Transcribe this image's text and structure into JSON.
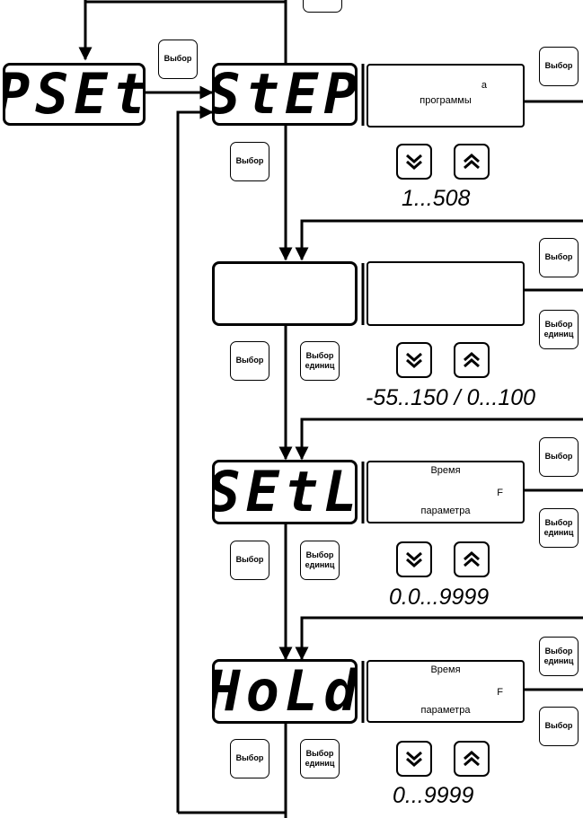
{
  "displays": {
    "pset": "PSEt",
    "step": "StEP",
    "value": "",
    "setl": "SEtL",
    "hold": "HoLd"
  },
  "info_boxes": {
    "step_line1": "а",
    "step_line2": "программы",
    "value_line1": "",
    "setl_line1": "Время",
    "setl_line3": "F",
    "setl_line2": "параметра",
    "hold_line1": "Время",
    "hold_line3": "F",
    "hold_line2": "параметра"
  },
  "buttons": {
    "select": "Выбор",
    "units_line1": "Выбор",
    "units_line2": "единиц"
  },
  "ranges": {
    "step": "1...508",
    "value": "-55..150 / 0...100",
    "setl": "0.0...9999",
    "hold": "0...9999"
  },
  "colors": {
    "line": "#000000",
    "background": "#ffffff"
  }
}
